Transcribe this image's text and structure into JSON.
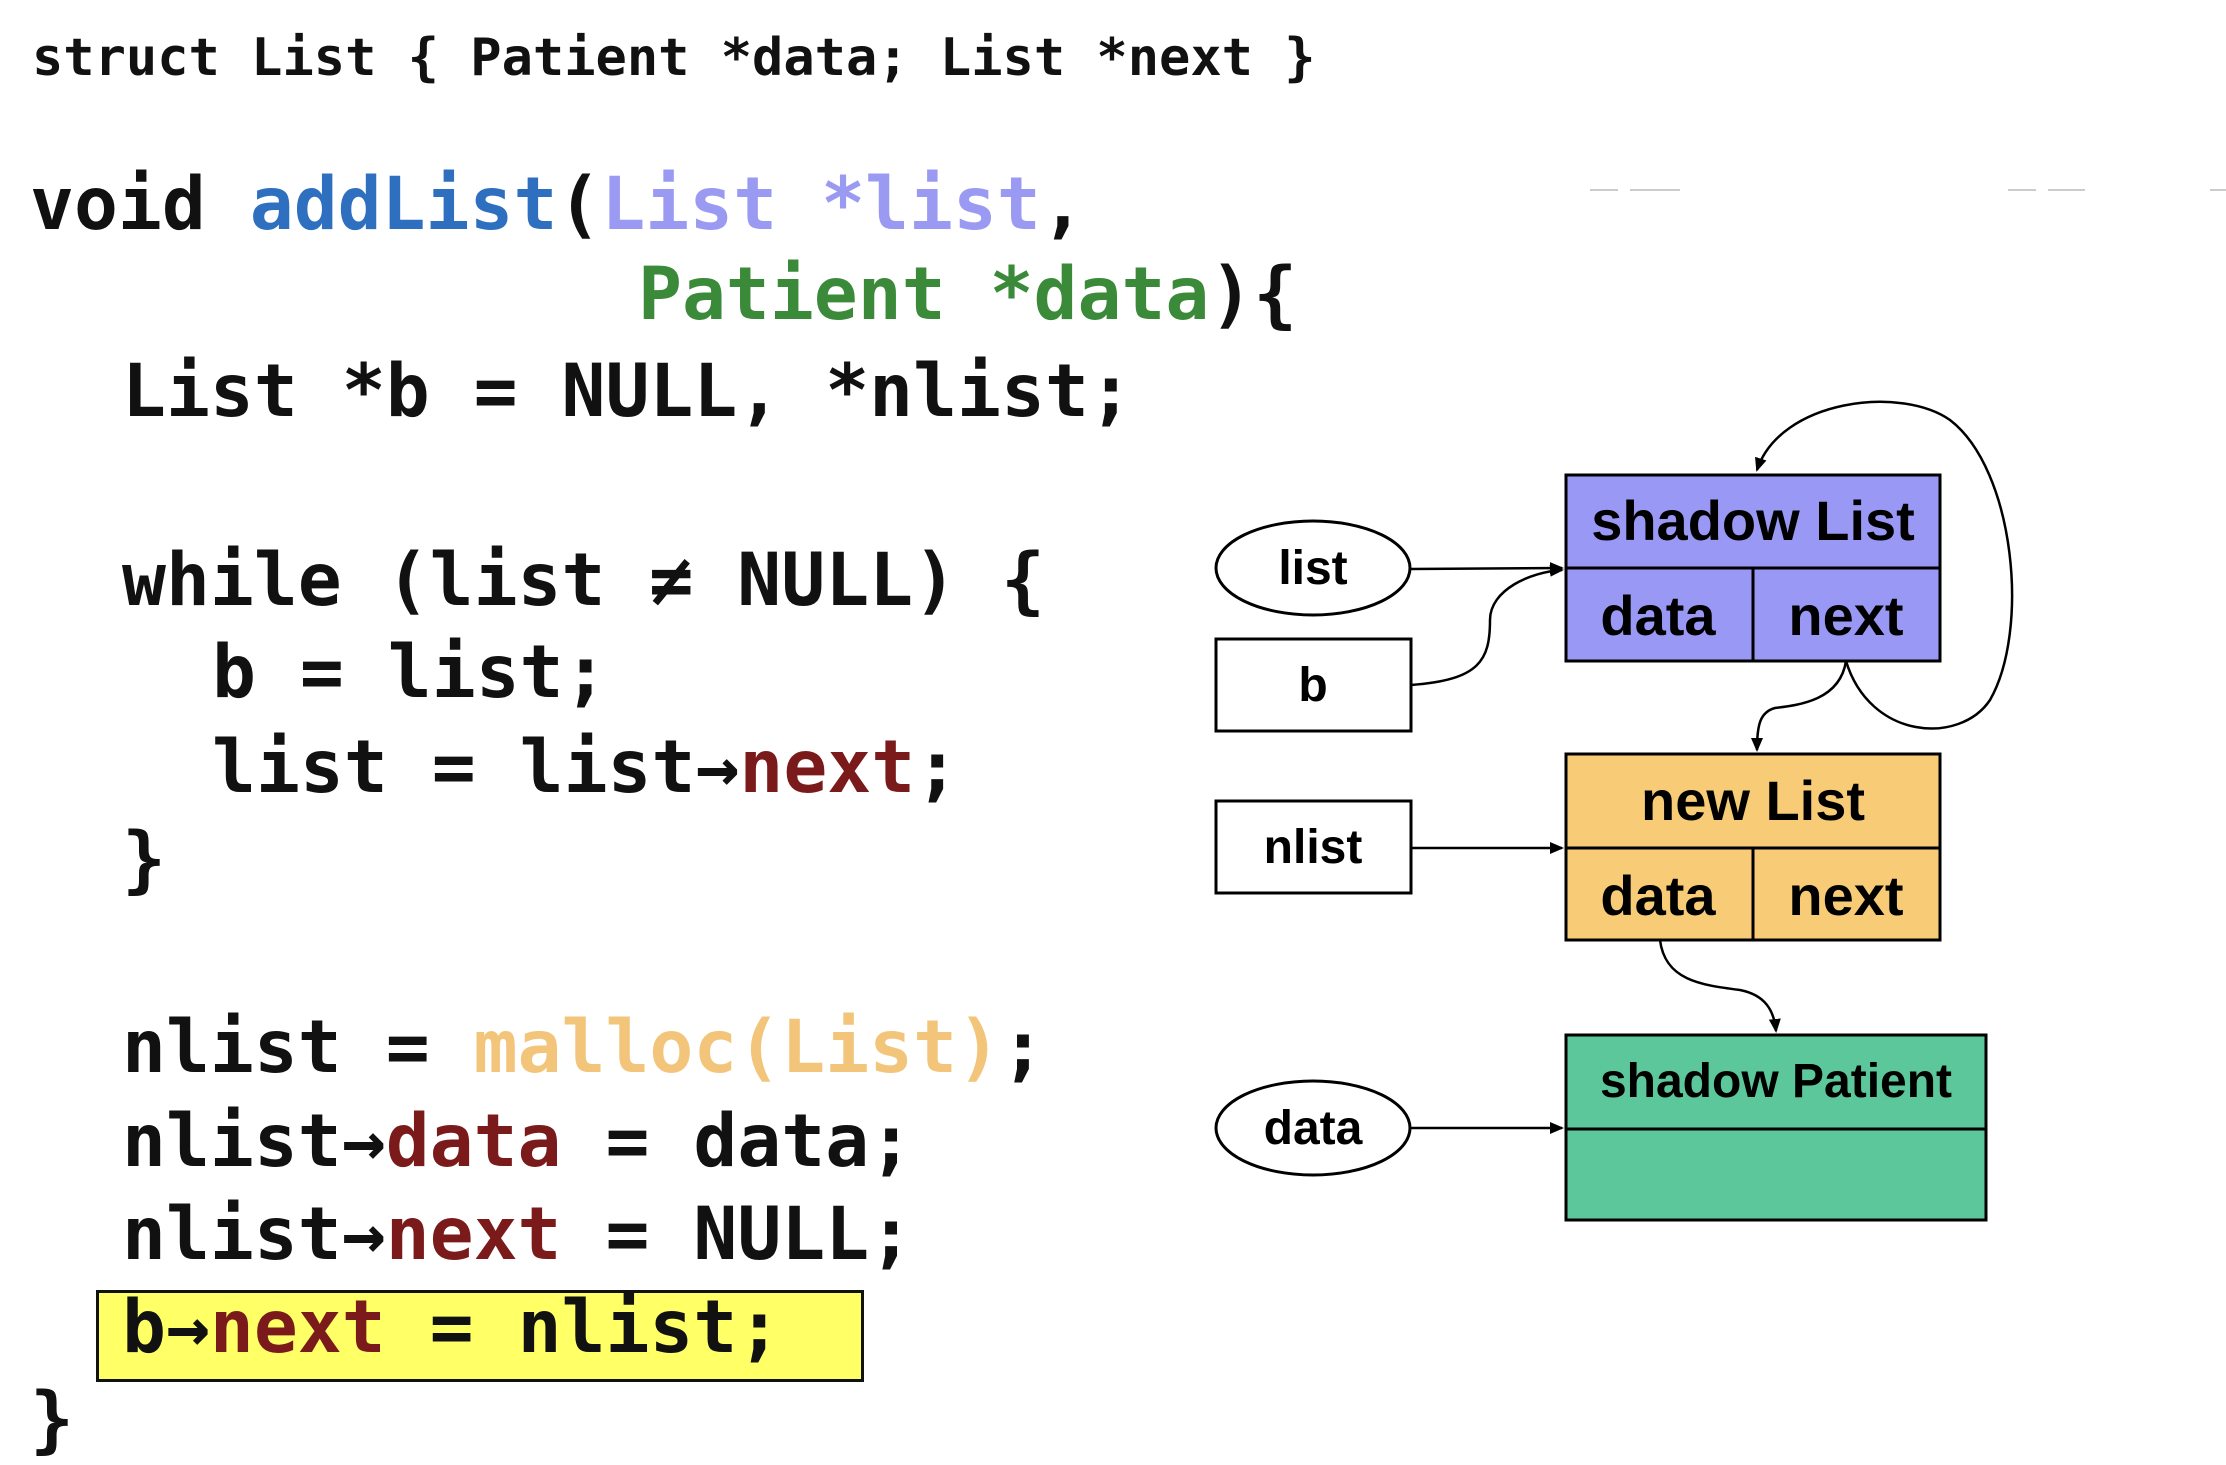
{
  "code": {
    "struct_line": "struct List { Patient *data; List *next }",
    "l1_void": "void ",
    "l1_fn": "addList",
    "l1_paren": "(",
    "l1_param1": "List *list",
    "l1_comma": ",",
    "l2_param2": "Patient *data",
    "l2_end": "){",
    "l3": "List *b = NULL, *nlist;",
    "l4": "while (list ≠ NULL) {",
    "l5": "b = list;",
    "l6_a": "list = list→",
    "l6_field": "next",
    "l6_b": ";",
    "l7": "}",
    "l8_a": "nlist = ",
    "l8_malloc": "malloc(List)",
    "l8_b": ";",
    "l9_a": "nlist→",
    "l9_field": "data",
    "l9_b": " = data;",
    "l10_a": "nlist→",
    "l10_field": "next",
    "l10_b": " = NULL;",
    "l11_a": "b→",
    "l11_field": "next",
    "l11_b": " = nlist;",
    "l12": "}"
  },
  "diagram": {
    "var_list": "list",
    "var_b": "b",
    "var_nlist": "nlist",
    "var_data": "data",
    "shadow_list": {
      "title": "shadow List",
      "field_data": "data",
      "field_next": "next"
    },
    "new_list": {
      "title": "new List",
      "field_data": "data",
      "field_next": "next"
    },
    "shadow_patient": {
      "title": "shadow Patient"
    }
  },
  "colors": {
    "shadow_list_fill": "#9999f5",
    "new_list_fill": "#f8cc77",
    "shadow_patient_fill": "#5cc79b",
    "highlight": "#ffff66"
  }
}
